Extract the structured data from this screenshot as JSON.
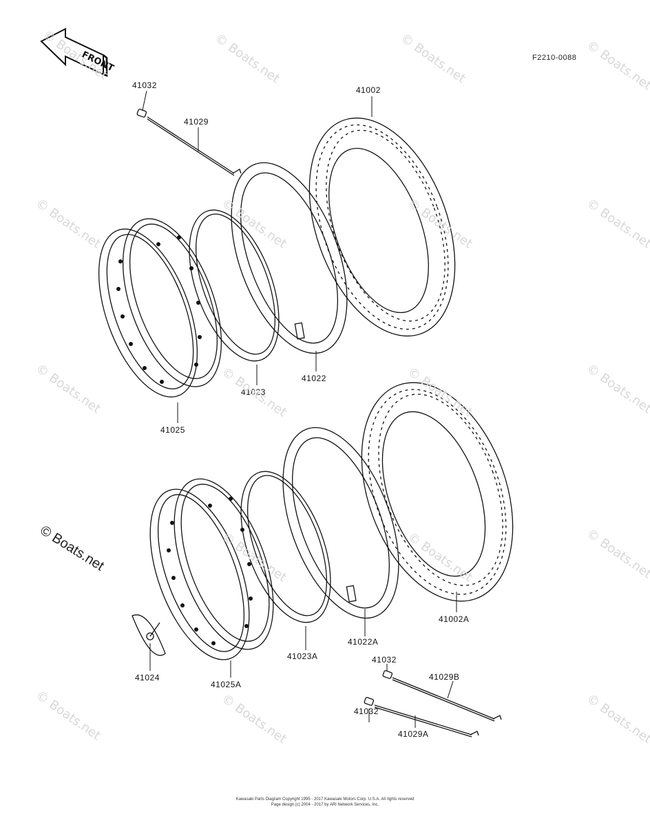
{
  "diagram_code": "F2210-0088",
  "front_label": "FRONT",
  "parts": {
    "p41032_top": "41032",
    "p41029": "41029",
    "p41002": "41002",
    "p41023": "41023",
    "p41022": "41022",
    "p41025": "41025",
    "p41002A": "41002A",
    "p41022A": "41022A",
    "p41023A": "41023A",
    "p41024": "41024",
    "p41025A": "41025A",
    "p41032_mid": "41032",
    "p41029B": "41029B",
    "p41032_bot": "41032",
    "p41029A": "41029A"
  },
  "watermark": "© Boats.net",
  "footer": {
    "line1": "Kawasaki Parts Diagram Copyright 1995 - 2017 Kawasaki Motors Corp. U.S.A. All rights reserved",
    "line2": "Page design (c) 2004 - 2017 by ARI Network Services, Inc."
  }
}
